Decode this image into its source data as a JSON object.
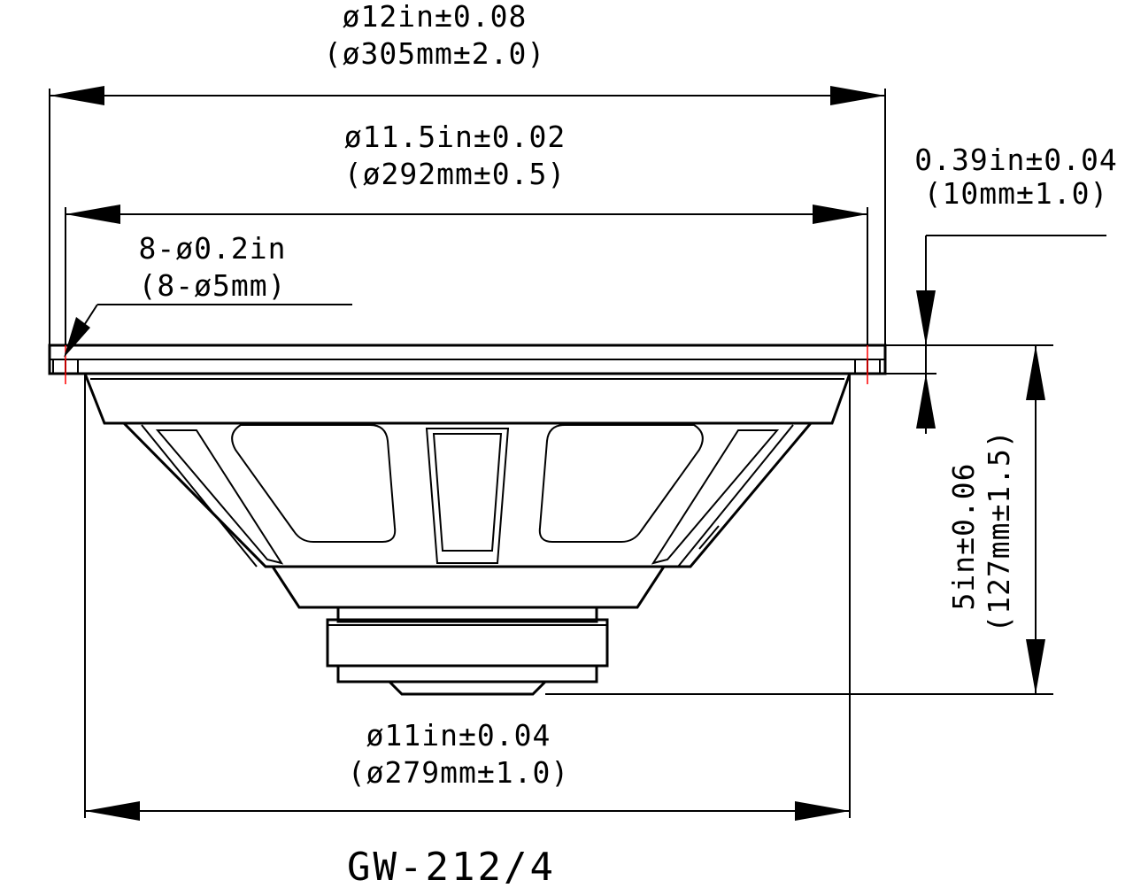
{
  "dimensions": {
    "outer_diameter": {
      "imperial": "ø12in±0.08",
      "metric": "(ø305mm±2.0)"
    },
    "mounting_diameter": {
      "imperial": "ø11.5in±0.02",
      "metric": "(ø292mm±0.5)"
    },
    "flange_thickness": {
      "imperial": "0.39in±0.04",
      "metric": "(10mm±1.0)"
    },
    "mounting_holes": {
      "imperial": "8-ø0.2in",
      "metric": "(8-ø5mm)"
    },
    "depth": {
      "imperial": "5in±0.06",
      "metric": "(127mm±1.5)"
    },
    "baffle_cutout": {
      "imperial": "ø11in±0.04",
      "metric": "(ø279mm±1.0)"
    }
  },
  "model": "GW-212/4"
}
